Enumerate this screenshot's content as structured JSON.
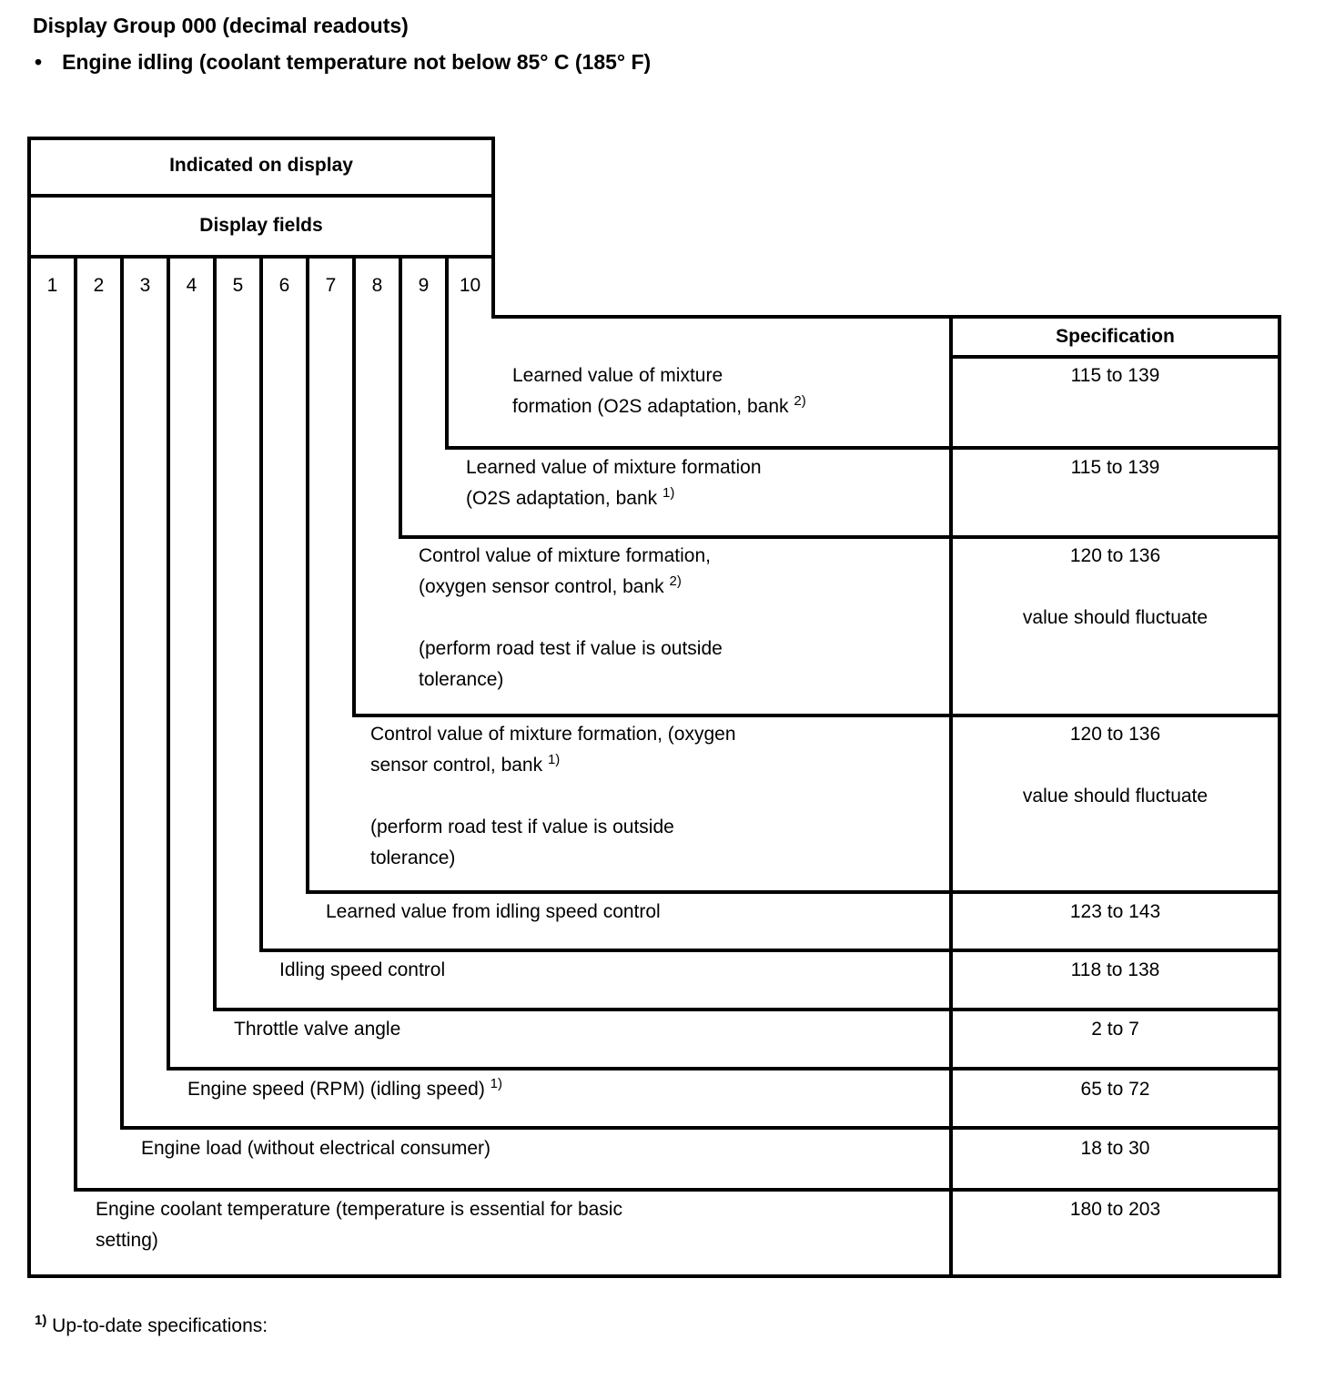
{
  "colors": {
    "ink": "#000000",
    "paper": "#ffffff"
  },
  "page": {
    "title": "Display Group 000 (decimal readouts)",
    "bullet_marker": "•",
    "bullet_text": "Engine idling (coolant temperature not below 85° C (185° F)"
  },
  "diagram": {
    "header_row1": "Indicated on display",
    "header_row2": "Display fields",
    "column_numbers": [
      "1",
      "2",
      "3",
      "4",
      "5",
      "6",
      "7",
      "8",
      "9",
      "10"
    ],
    "spec_header": "Specification",
    "rows": [
      {
        "field": "10",
        "lines": [
          {
            "text": "Learned value of mixture"
          },
          {
            "text": "formation (O2S adaptation, bank ",
            "sup": "2)"
          }
        ],
        "spec": "115 to 139"
      },
      {
        "field": "9",
        "lines": [
          {
            "text": "Learned value of mixture formation"
          },
          {
            "text": "(O2S adaptation, bank ",
            "sup": "1)"
          }
        ],
        "spec": "115 to 139"
      },
      {
        "field": "8",
        "lines": [
          {
            "text": "Control value of mixture formation,"
          },
          {
            "text": "(oxygen sensor control, bank ",
            "sup": "2)"
          },
          {},
          {
            "text": "(perform road test if value is outside"
          },
          {
            "text": "tolerance)"
          }
        ],
        "spec": "120 to 136",
        "spec2": "value should fluctuate"
      },
      {
        "field": "7",
        "lines": [
          {
            "text": "Control value of mixture formation, (oxygen"
          },
          {
            "text": "sensor control, bank ",
            "sup": "1)"
          },
          {},
          {
            "text": "(perform road test if value is outside"
          },
          {
            "text": "tolerance)"
          }
        ],
        "spec": "120 to 136",
        "spec2": "value should fluctuate"
      },
      {
        "field": "6",
        "lines": [
          {
            "text": "Learned value from idling speed control"
          }
        ],
        "spec": "123 to 143"
      },
      {
        "field": "5",
        "lines": [
          {
            "text": "Idling speed control"
          }
        ],
        "spec": "118 to 138"
      },
      {
        "field": "4",
        "lines": [
          {
            "text": "Throttle valve angle"
          }
        ],
        "spec": "2 to 7"
      },
      {
        "field": "3",
        "lines": [
          {
            "text": "Engine speed (RPM) (idling speed) ",
            "sup": "1)"
          }
        ],
        "spec": "65 to 72"
      },
      {
        "field": "2",
        "lines": [
          {
            "text": "Engine load (without electrical consumer)"
          }
        ],
        "spec": "18 to 30"
      },
      {
        "field": "1",
        "lines": [
          {
            "text": "Engine coolant temperature (temperature is essential for basic"
          },
          {
            "text": "setting)"
          }
        ],
        "spec": "180 to 203"
      }
    ]
  },
  "footnote": {
    "sup": "1)",
    "text": " Up-to-date specifications:"
  }
}
